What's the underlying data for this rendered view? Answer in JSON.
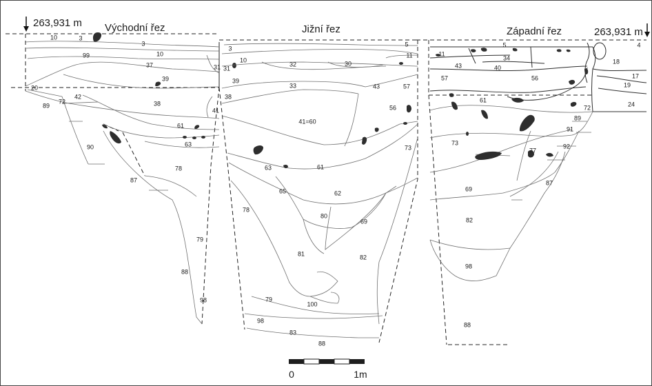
{
  "sections": {
    "east": "Východní řez",
    "south": "Jižní řez",
    "west": "Západní řez"
  },
  "elevation": {
    "left": "263,931 m",
    "right": "263,931 m"
  },
  "scale_bar": {
    "start": "0",
    "end": "1m"
  },
  "layers": [
    {
      "id": "east-10",
      "text": "10"
    },
    {
      "id": "east-3a",
      "text": "3"
    },
    {
      "id": "east-3b",
      "text": "3"
    },
    {
      "id": "east-99",
      "text": "99"
    },
    {
      "id": "east-10b",
      "text": "10"
    },
    {
      "id": "east-37",
      "text": "37"
    },
    {
      "id": "east-39",
      "text": "39"
    },
    {
      "id": "east-31a",
      "text": "31"
    },
    {
      "id": "east-31b",
      "text": "31"
    },
    {
      "id": "east-20",
      "text": "20"
    },
    {
      "id": "east-89",
      "text": "89"
    },
    {
      "id": "east-72",
      "text": "72"
    },
    {
      "id": "east-42",
      "text": "42"
    },
    {
      "id": "east-38",
      "text": "38"
    },
    {
      "id": "east-41",
      "text": "41"
    },
    {
      "id": "east-61",
      "text": "61"
    },
    {
      "id": "east-63",
      "text": "63"
    },
    {
      "id": "east-90",
      "text": "90"
    },
    {
      "id": "east-78",
      "text": "78"
    },
    {
      "id": "east-87",
      "text": "87"
    },
    {
      "id": "east-79",
      "text": "79"
    },
    {
      "id": "east-88",
      "text": "88"
    },
    {
      "id": "east-98",
      "text": "98"
    },
    {
      "id": "south-3",
      "text": "3"
    },
    {
      "id": "south-5",
      "text": "5"
    },
    {
      "id": "south-11",
      "text": "11"
    },
    {
      "id": "south-10",
      "text": "10"
    },
    {
      "id": "south-32",
      "text": "32"
    },
    {
      "id": "south-30",
      "text": "30"
    },
    {
      "id": "south-39",
      "text": "39"
    },
    {
      "id": "south-33",
      "text": "33"
    },
    {
      "id": "south-43",
      "text": "43"
    },
    {
      "id": "south-57",
      "text": "57"
    },
    {
      "id": "south-38",
      "text": "38"
    },
    {
      "id": "south-56",
      "text": "56"
    },
    {
      "id": "south-41-60",
      "text": "41=60"
    },
    {
      "id": "south-73",
      "text": "73"
    },
    {
      "id": "south-63",
      "text": "63"
    },
    {
      "id": "south-61",
      "text": "61"
    },
    {
      "id": "south-65",
      "text": "65"
    },
    {
      "id": "south-62",
      "text": "62"
    },
    {
      "id": "south-78",
      "text": "78"
    },
    {
      "id": "south-80",
      "text": "80"
    },
    {
      "id": "south-69",
      "text": "69"
    },
    {
      "id": "south-81",
      "text": "81"
    },
    {
      "id": "south-82",
      "text": "82"
    },
    {
      "id": "south-79",
      "text": "79"
    },
    {
      "id": "south-100",
      "text": "100"
    },
    {
      "id": "south-98",
      "text": "98"
    },
    {
      "id": "south-83",
      "text": "83"
    },
    {
      "id": "south-88",
      "text": "88"
    },
    {
      "id": "west-5",
      "text": "5"
    },
    {
      "id": "west-4",
      "text": "4"
    },
    {
      "id": "west-11",
      "text": "11"
    },
    {
      "id": "west-34",
      "text": "34"
    },
    {
      "id": "west-43",
      "text": "43"
    },
    {
      "id": "west-40",
      "text": "40"
    },
    {
      "id": "west-18",
      "text": "18"
    },
    {
      "id": "west-17",
      "text": "17"
    },
    {
      "id": "west-57",
      "text": "57"
    },
    {
      "id": "west-56",
      "text": "56"
    },
    {
      "id": "west-19",
      "text": "19"
    },
    {
      "id": "west-61",
      "text": "61"
    },
    {
      "id": "west-24",
      "text": "24"
    },
    {
      "id": "west-72",
      "text": "72"
    },
    {
      "id": "west-89",
      "text": "89"
    },
    {
      "id": "west-91",
      "text": "91"
    },
    {
      "id": "west-73",
      "text": "73"
    },
    {
      "id": "west-92",
      "text": "92"
    },
    {
      "id": "west-77",
      "text": "77"
    },
    {
      "id": "west-87",
      "text": "87"
    },
    {
      "id": "west-69",
      "text": "69"
    },
    {
      "id": "west-82",
      "text": "82"
    },
    {
      "id": "west-98",
      "text": "98"
    },
    {
      "id": "west-88",
      "text": "88"
    }
  ]
}
